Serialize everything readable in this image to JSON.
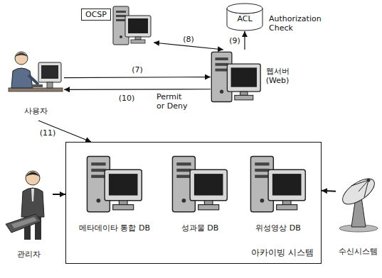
{
  "diagram": {
    "nodes": [
      {
        "text": [
          "OCSP"
        ]
      },
      {
        "text": [
          "ACL"
        ]
      },
      {
        "text": [
          "사용자"
        ]
      },
      {
        "text": [
          "웹서버 (Web)"
        ]
      },
      {
        "text": [
          "관리자"
        ]
      },
      {
        "text": [
          "아카이빙 시스템"
        ]
      },
      {
        "text": [
          "메타데이타 통합 DB"
        ],
        "in": 5
      },
      {
        "text": [
          "성과물 DB"
        ],
        "in": 5
      },
      {
        "text": [
          "위성영상 DB"
        ],
        "in": 5
      },
      {
        "text": [
          "수신시스템"
        ]
      }
    ],
    "edges": [
      {
        "from": 2,
        "to": 3,
        "arrow": "to",
        "label": "(7)"
      },
      {
        "from": 3,
        "to": 0,
        "arrow": "both",
        "label": "(8)"
      },
      {
        "from": 3,
        "to": 1,
        "arrow": "to",
        "label": "(9)"
      },
      {
        "from": 3,
        "to": 2,
        "arrow": "to",
        "label": "(10)"
      },
      {
        "from": 2,
        "to": 5,
        "arrow": "to",
        "label": "(11)"
      },
      {
        "from": 4,
        "to": 5,
        "arrow": "to"
      },
      {
        "from": 9,
        "to": 5,
        "arrow": "to"
      }
    ],
    "labels": [
      "Authorization Check",
      "Permit or Deny"
    ]
  }
}
